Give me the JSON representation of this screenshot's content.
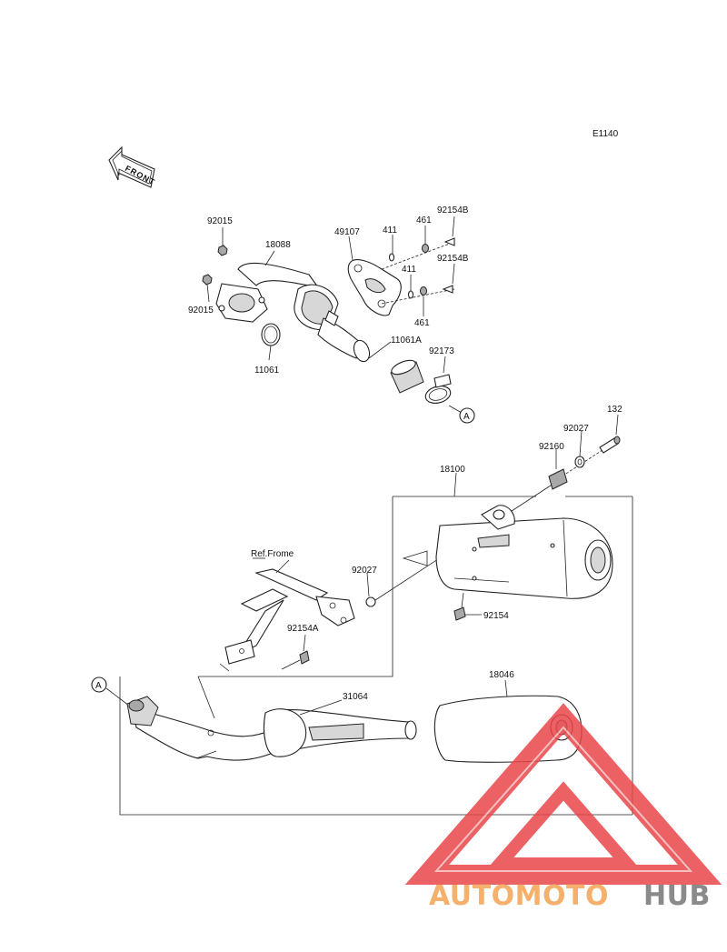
{
  "diagram_code": "E1140",
  "front_label": "FRONT",
  "ref_frame_label": "Ref.Frome",
  "connector_letter": "A",
  "labels": {
    "p92015_top": "92015",
    "p18088": "18088",
    "p49107": "49107",
    "p411_top": "411",
    "p461_top": "461",
    "p92154B_top": "92154B",
    "p92154B_bottom": "92154B",
    "p411_bottom": "411",
    "p461_bottom": "461",
    "p92015_left": "92015",
    "p11061": "11061",
    "p11061A": "11061A",
    "p92173": "92173",
    "p132": "132",
    "p92027_top": "92027",
    "p92160": "92160",
    "p18100": "18100",
    "p92027_mid": "92027",
    "p92154": "92154",
    "p92154A": "92154A",
    "p18046": "18046",
    "p31064": "31064"
  },
  "watermark": {
    "part1": "AUTOMOTO",
    "part2": "HUB",
    "color1": "#f5b06c",
    "color2": "#8a8a8a",
    "logo_color": "#e8464a"
  }
}
